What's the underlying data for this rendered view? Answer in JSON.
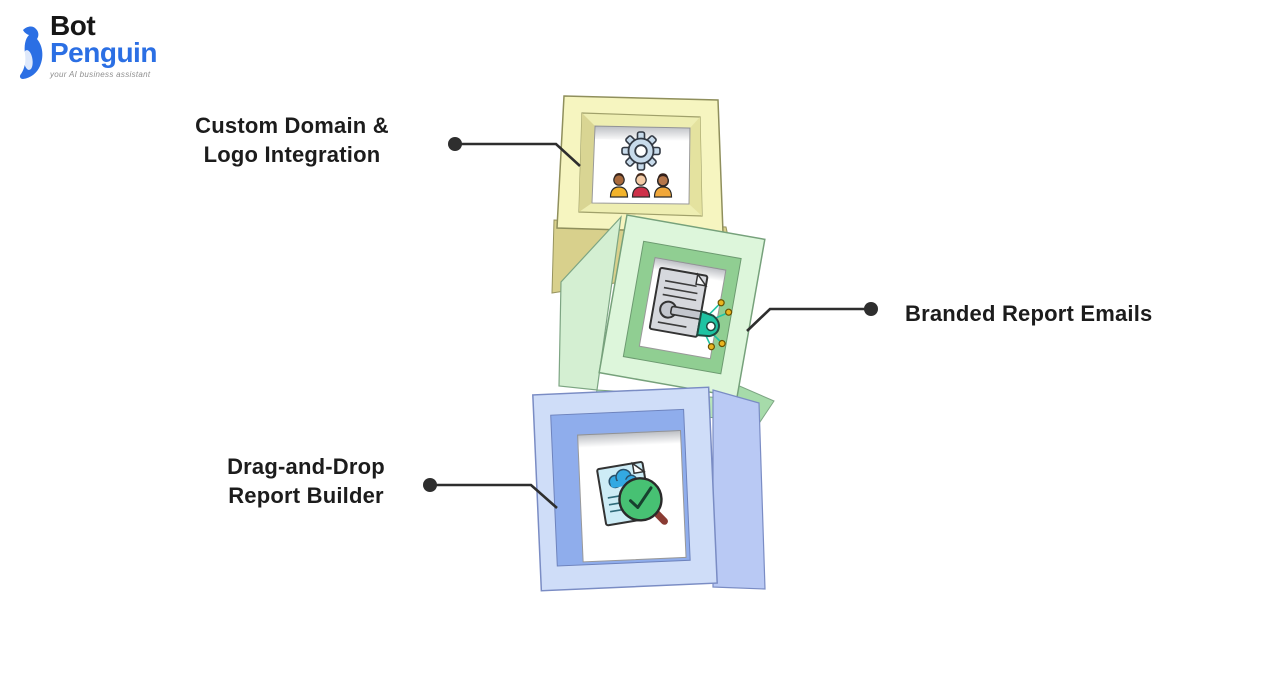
{
  "logo": {
    "brand_top": "Bot",
    "brand_bottom": "Penguin",
    "tagline": "your AI business assistant",
    "brand_color": "#2b6fe4"
  },
  "diagram": {
    "connector_color": "#2e2e2e",
    "label_color": "#1c1c1c",
    "items": [
      {
        "id": "custom-domain-logo-integration",
        "lines": [
          "Custom Domain &",
          "Logo Integration"
        ],
        "side": "left",
        "icon": "gear-team-icon",
        "box_color": "#f6f5c0",
        "frame_color": "#eeeeb2"
      },
      {
        "id": "branded-report-emails",
        "label": "Branded Report Emails",
        "side": "right",
        "icon": "document-key-icon",
        "box_color": "#ddf6db",
        "frame_color": "#90ce92"
      },
      {
        "id": "drag-and-drop-report-builder",
        "lines": [
          "Drag-and-Drop",
          "Report Builder"
        ],
        "side": "left",
        "icon": "document-magnifier-icon",
        "box_color": "#cfddf8",
        "frame_color": "#8fadec"
      }
    ]
  }
}
